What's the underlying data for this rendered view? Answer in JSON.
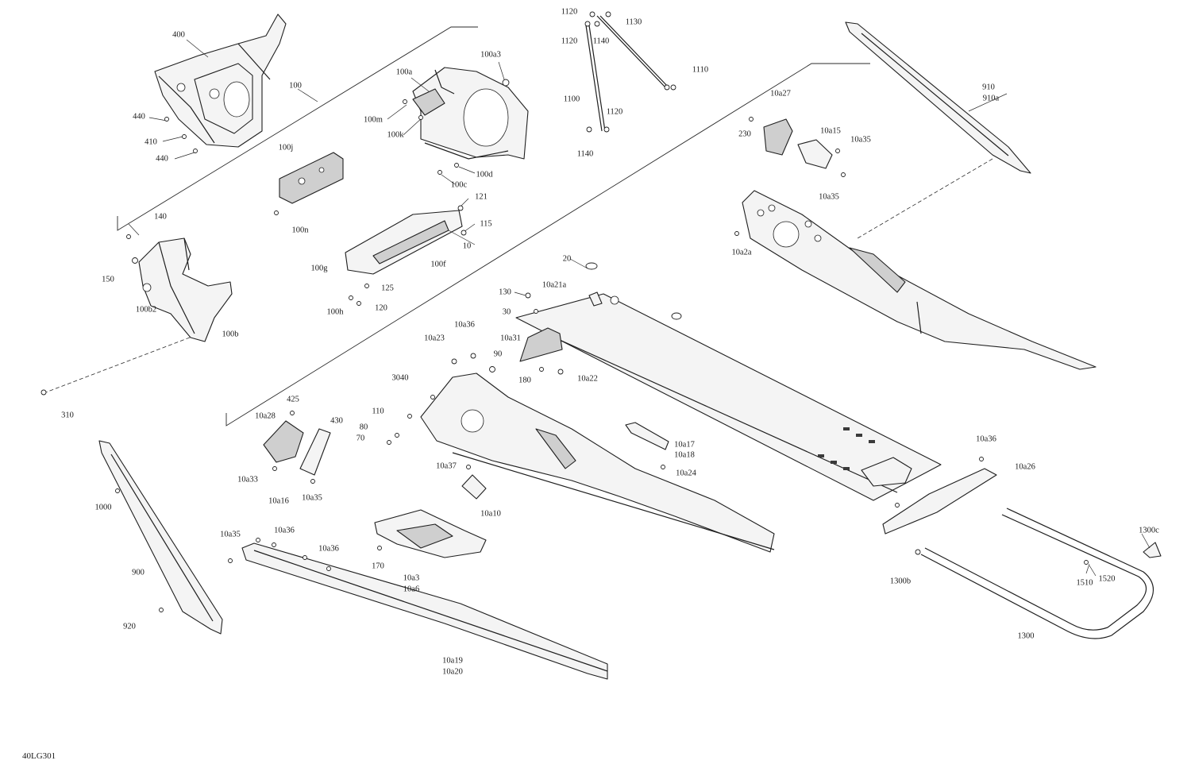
{
  "diagram": {
    "reference_code": "40LG301",
    "callouts": [
      {
        "id": "400"
      },
      {
        "id": "100"
      },
      {
        "id": "440a",
        "text": "440"
      },
      {
        "id": "410"
      },
      {
        "id": "440b",
        "text": "440"
      },
      {
        "id": "100a3"
      },
      {
        "id": "100a"
      },
      {
        "id": "100m"
      },
      {
        "id": "100k"
      },
      {
        "id": "100d"
      },
      {
        "id": "100c"
      },
      {
        "id": "100j"
      },
      {
        "id": "100n"
      },
      {
        "id": "121"
      },
      {
        "id": "115"
      },
      {
        "id": "10"
      },
      {
        "id": "100f"
      },
      {
        "id": "100g"
      },
      {
        "id": "125"
      },
      {
        "id": "120"
      },
      {
        "id": "100h"
      },
      {
        "id": "140"
      },
      {
        "id": "150"
      },
      {
        "id": "100b2"
      },
      {
        "id": "100b"
      },
      {
        "id": "310"
      },
      {
        "id": "1120a",
        "text": "1120"
      },
      {
        "id": "1130"
      },
      {
        "id": "1120b",
        "text": "1120"
      },
      {
        "id": "1140a",
        "text": "1140"
      },
      {
        "id": "1110"
      },
      {
        "id": "1100"
      },
      {
        "id": "1120c",
        "text": "1120"
      },
      {
        "id": "1140b",
        "text": "1140"
      },
      {
        "id": "910"
      },
      {
        "id": "910a"
      },
      {
        "id": "10a27"
      },
      {
        "id": "230"
      },
      {
        "id": "10a15"
      },
      {
        "id": "10a35a",
        "text": "10a35"
      },
      {
        "id": "10a35b",
        "text": "10a35"
      },
      {
        "id": "10a2a"
      },
      {
        "id": "20"
      },
      {
        "id": "10a21a"
      },
      {
        "id": "130"
      },
      {
        "id": "30"
      },
      {
        "id": "10a36a",
        "text": "10a36"
      },
      {
        "id": "10a23"
      },
      {
        "id": "10a31"
      },
      {
        "id": "90"
      },
      {
        "id": "180"
      },
      {
        "id": "10a22"
      },
      {
        "id": "3040"
      },
      {
        "id": "110"
      },
      {
        "id": "80"
      },
      {
        "id": "70"
      },
      {
        "id": "425"
      },
      {
        "id": "10a28"
      },
      {
        "id": "430"
      },
      {
        "id": "10a33"
      },
      {
        "id": "10a16"
      },
      {
        "id": "10a35c",
        "text": "10a35"
      },
      {
        "id": "10a17"
      },
      {
        "id": "10a18"
      },
      {
        "id": "10a37"
      },
      {
        "id": "10a24"
      },
      {
        "id": "10a10"
      },
      {
        "id": "10a36b",
        "text": "10a36"
      },
      {
        "id": "10a26"
      },
      {
        "id": "1000"
      },
      {
        "id": "900"
      },
      {
        "id": "920"
      },
      {
        "id": "10a35d",
        "text": "10a35"
      },
      {
        "id": "10a36c",
        "text": "10a36"
      },
      {
        "id": "10a36d",
        "text": "10a36"
      },
      {
        "id": "170"
      },
      {
        "id": "10a3"
      },
      {
        "id": "10a6"
      },
      {
        "id": "10a19"
      },
      {
        "id": "10a20"
      },
      {
        "id": "1300c"
      },
      {
        "id": "1520"
      },
      {
        "id": "1510"
      },
      {
        "id": "1300b"
      },
      {
        "id": "1300"
      }
    ]
  }
}
